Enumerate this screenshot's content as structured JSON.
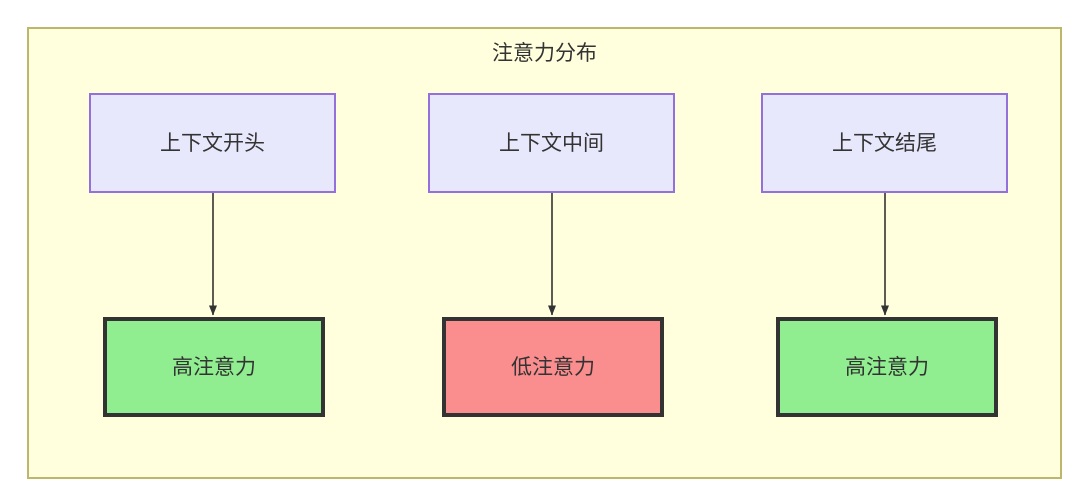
{
  "diagram": {
    "title": "注意力分布",
    "container": {
      "fill": "#ffffdd",
      "stroke": "#bdb76b"
    },
    "nodes": {
      "top": [
        {
          "id": "context-start",
          "label": "上下文开头",
          "fill": "#e8e8fc",
          "stroke": "#9370db"
        },
        {
          "id": "context-middle",
          "label": "上下文中间",
          "fill": "#e8e8fc",
          "stroke": "#9370db"
        },
        {
          "id": "context-end",
          "label": "上下文结尾",
          "fill": "#e8e8fc",
          "stroke": "#9370db"
        }
      ],
      "bottom": [
        {
          "id": "high-attention-start",
          "label": "高注意力",
          "fill": "#90ee90",
          "stroke": "#333333"
        },
        {
          "id": "low-attention-middle",
          "label": "低注意力",
          "fill": "#fa8d8d",
          "stroke": "#333333"
        },
        {
          "id": "high-attention-end",
          "label": "高注意力",
          "fill": "#90ee90",
          "stroke": "#333333"
        }
      ]
    },
    "edges": [
      {
        "from": "context-start",
        "to": "high-attention-start",
        "label": ""
      },
      {
        "from": "context-middle",
        "to": "low-attention-middle",
        "label": ""
      },
      {
        "from": "context-end",
        "to": "high-attention-end",
        "label": ""
      }
    ],
    "edge_color": "#333333"
  }
}
